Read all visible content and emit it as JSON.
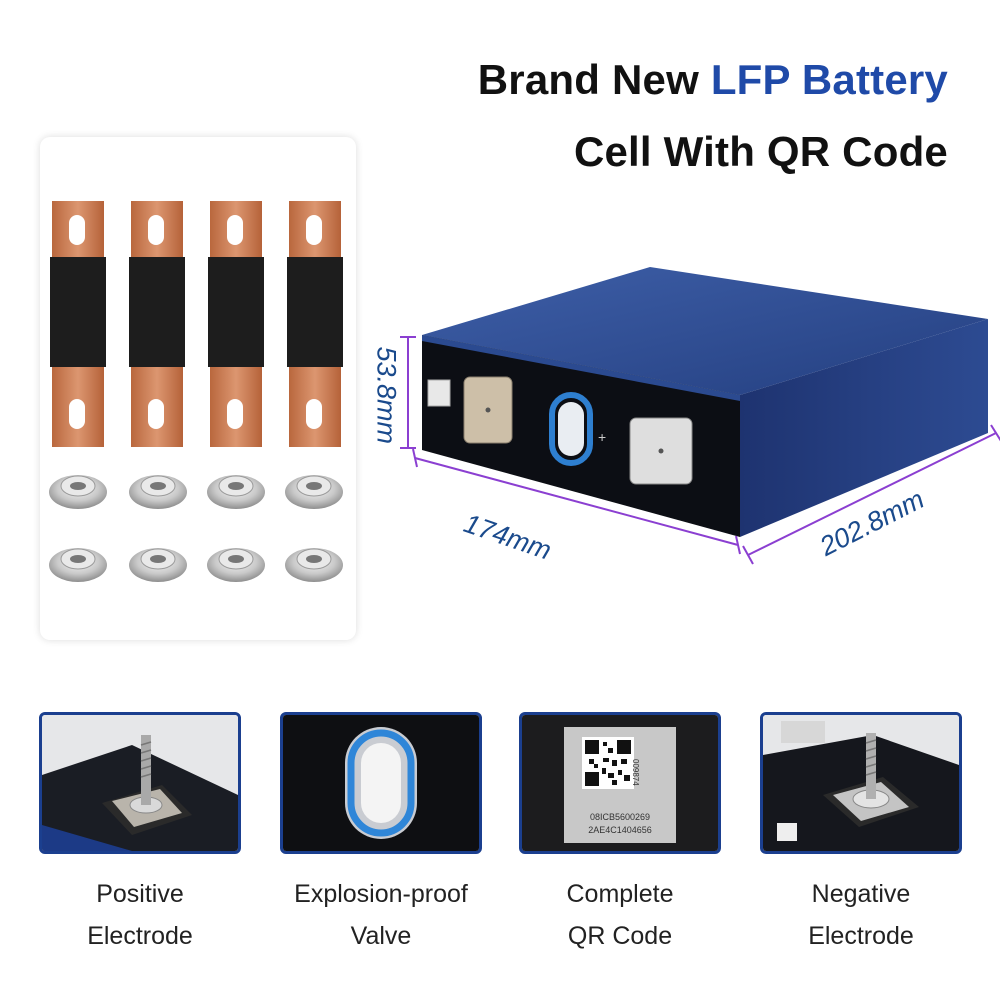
{
  "title": {
    "prefix": "Brand New ",
    "highlight": "LFP Battery",
    "line2": "Cell With QR Code"
  },
  "dimensions": {
    "height": "53.8mm",
    "length": "174mm",
    "width": "202.8mm"
  },
  "features": [
    {
      "line1": "Positive",
      "line2": "Electrode"
    },
    {
      "line1": "Explosion-proof",
      "line2": "Valve"
    },
    {
      "line1": "Complete",
      "line2": "QR Code"
    },
    {
      "line1": "Negative",
      "line2": "Electrode"
    }
  ],
  "qr_label": {
    "code1": "08ICB5600269",
    "code2": "2AE4C1404656",
    "side": "009874"
  },
  "colors": {
    "accent": "#1f4aa8",
    "frame": "#1b3f8f",
    "dimension_text": "#1a4a8c",
    "dimension_line": "#8b3fd1",
    "battery_blue": "#243d7a",
    "copper": "#c77a4e"
  }
}
